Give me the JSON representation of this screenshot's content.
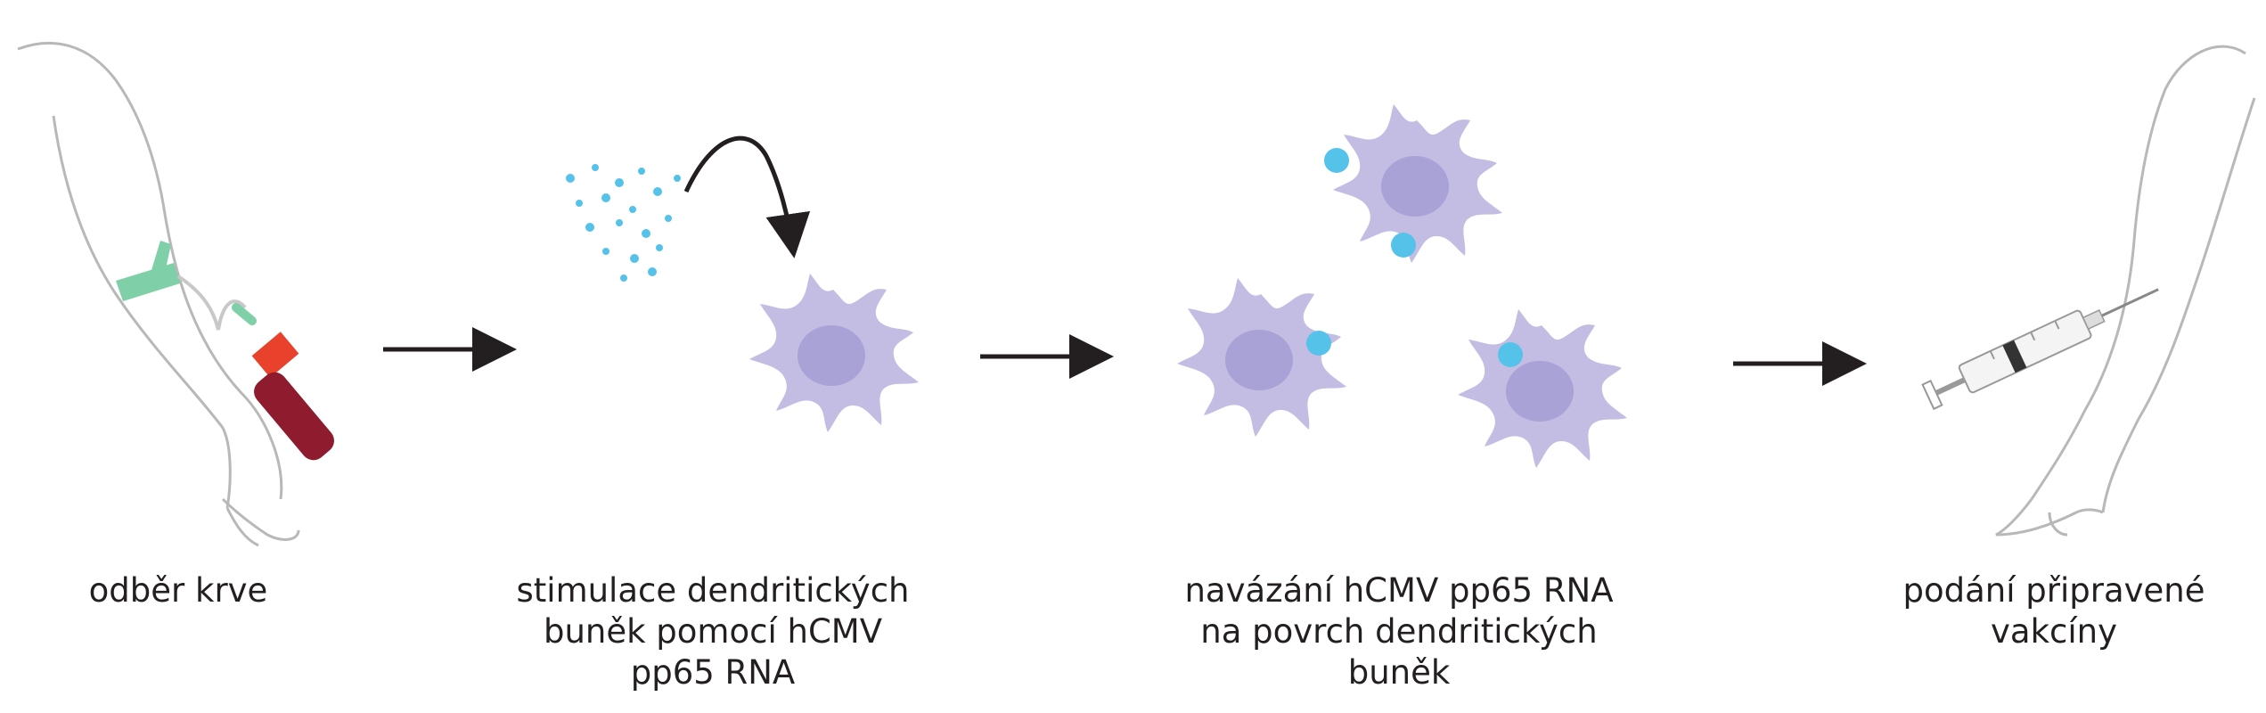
{
  "steps": [
    {
      "id": "blood-draw",
      "lines": [
        "odběr krve"
      ]
    },
    {
      "id": "stimulation",
      "lines": [
        "stimulace dendritických",
        "buněk pomocí hCMV",
        "pp65 RNA"
      ]
    },
    {
      "id": "binding",
      "lines": [
        "navázání hCMV pp65 RNA",
        "na povrch dendritických",
        "buněk"
      ]
    },
    {
      "id": "administration",
      "lines": [
        "podání připravené",
        "vakcíny"
      ]
    }
  ],
  "colors": {
    "line_art": "#b8b8b8",
    "arrow": "#231f20",
    "tourniquet": "#7fcfa8",
    "tube_cap": "#e8412c",
    "tube_blood": "#8e1b2e",
    "cell_body": "#c3bde3",
    "cell_nucleus": "#a9a2d6",
    "rna_particle": "#55c2ea",
    "syringe_band": "#333333"
  },
  "icons": [
    "arm-blood-draw-icon",
    "rna-particles-icon",
    "dendritic-cell-icon",
    "syringe-arm-icon"
  ]
}
